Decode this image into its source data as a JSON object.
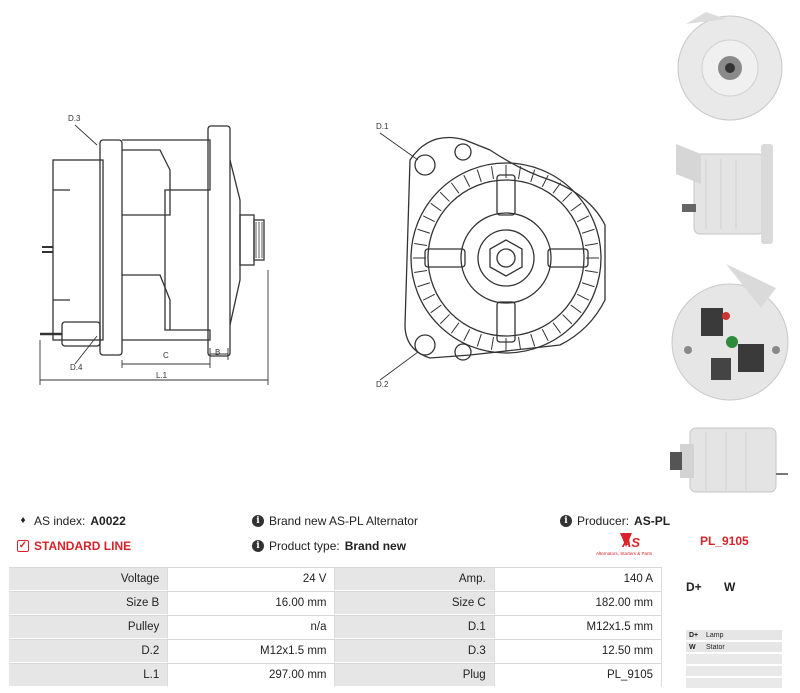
{
  "drawing_labels": {
    "d3": "D.3",
    "d4": "D.4",
    "c": "C",
    "b": "B",
    "l1": "L.1",
    "d1": "D.1",
    "d2": "D.2"
  },
  "info": {
    "as_index_label": "AS index:",
    "as_index_value": "A0022",
    "standard_line": "STANDARD LINE",
    "brand_new": "Brand new AS-PL Alternator",
    "product_type_label": "Product type:",
    "product_type_value": "Brand new",
    "producer_label": "Producer:",
    "producer_value": "AS-PL",
    "logo_text": "AS",
    "logo_subtext": "Alternators, Starters & Parts",
    "part_code": "PL_9105"
  },
  "specs": [
    {
      "l1": "Voltage",
      "v1": "24 V",
      "l2": "Amp.",
      "v2": "140 A"
    },
    {
      "l1": "Size B",
      "v1": "16.00 mm",
      "l2": "Size C",
      "v2": "182.00 mm"
    },
    {
      "l1": "Pulley",
      "v1": "n/a",
      "l2": "D.1",
      "v2": "M12x1.5 mm"
    },
    {
      "l1": "D.2",
      "v1": "M12x1.5 mm",
      "l2": "D.3",
      "v2": "12.50 mm"
    },
    {
      "l1": "L.1",
      "v1": "297.00 mm",
      "l2": "Plug",
      "v2": "PL_9105"
    }
  ],
  "connections": {
    "terminals": [
      "D+",
      "W"
    ],
    "legend": [
      {
        "code": "D+",
        "desc": "Lamp"
      },
      {
        "code": "W",
        "desc": "Stator"
      },
      {
        "code": "",
        "desc": ""
      },
      {
        "code": "",
        "desc": ""
      },
      {
        "code": "",
        "desc": ""
      }
    ]
  },
  "colors": {
    "accent_red": "#d8232a",
    "table_label_bg": "#e6e6e6"
  }
}
